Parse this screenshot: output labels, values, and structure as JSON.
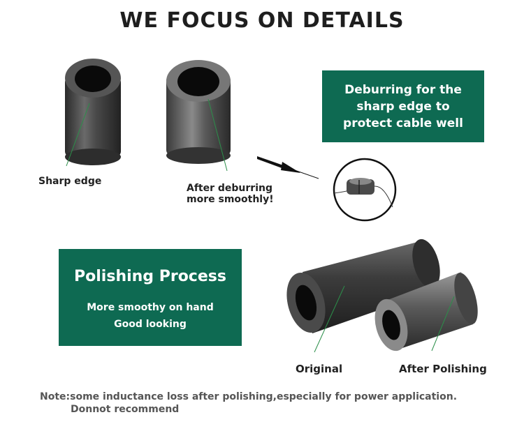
{
  "title": "WE FOCUS ON DETAILS",
  "top_left": {
    "sharp_edge_label": "Sharp edge",
    "after_deburring_label_line1": "After deburring",
    "after_deburring_label_line2": "more smoothly!"
  },
  "deburring_box": {
    "text": "Deburring for the\nsharp edge to\nprotect cable well"
  },
  "polishing_box": {
    "heading": "Polishing Process",
    "line1": "More smoothy on hand",
    "line2": "Good looking"
  },
  "bottom_right": {
    "original_label": "Original",
    "after_polishing_label": "After Polishing"
  },
  "note": {
    "line1": "Note:some inductance loss after polishing,especially for power application.",
    "line2": "Donnot recommend"
  },
  "colors": {
    "green_box": "#0e6a52",
    "ferrite_dark": "#3a3a3a",
    "pointer_line": "#2c8f4a"
  }
}
